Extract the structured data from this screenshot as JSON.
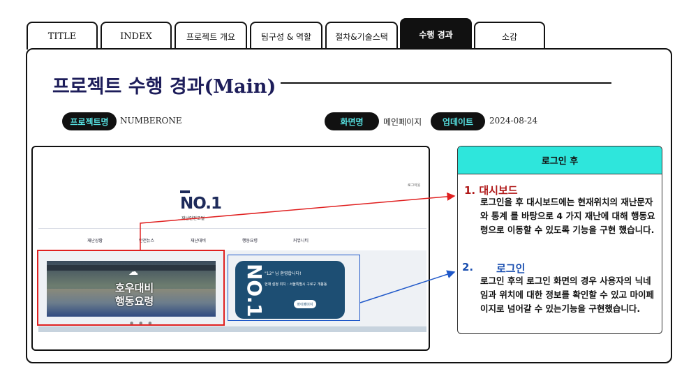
{
  "tabs": [
    {
      "label": "TITLE",
      "active": false
    },
    {
      "label": "INDEX",
      "active": false
    },
    {
      "label": "프로젝트 개요",
      "active": false
    },
    {
      "label": "팀구성 & 역할",
      "active": false
    },
    {
      "label": "절차&기술스택",
      "active": false
    },
    {
      "label": "수행 경과",
      "active": true
    },
    {
      "label": "소감",
      "active": false
    }
  ],
  "page_title": "프로젝트 수행 경과(Main)",
  "meta": {
    "project_label": "프로젝트명",
    "project_value": "NUMBERONE",
    "screen_label": "화면명",
    "screen_value": "메인페이지",
    "update_label": "업데이트",
    "update_value": "2024-08-24"
  },
  "screenshot": {
    "login_link": "로그아웃",
    "logo_text": "NO.1",
    "logo_sub": "재난안전포털",
    "nav": [
      "재난상황",
      "안전뉴스",
      "재난대비",
      "행동요령",
      "커뮤니티"
    ],
    "slide_text_line1": "호우대비",
    "slide_text_line2": "행동요령",
    "slide_dots": "● ● ●",
    "card_big": "NO.1",
    "card_welcome": "\"12\" 님 환영합니다!",
    "card_location": "현재 설정 위치 : 서울특별시 구로구 개봉동",
    "card_button": "마이페이지"
  },
  "panel": {
    "header": "로그인 후",
    "section1_title": "1. 대시보드",
    "section1_body": "로그인을 후 대시보드에는 현재위치의 재난문자와 통계 를 바탕으로 4 가지 재난에 대해 행동요령으로 이동할 수 있도록 기능을 구현 했습니다.",
    "section2_num": "2.",
    "section2_title": "로그인",
    "section2_body": "로그인 후의 로그인 화면의 경우 사용자의 닉네임과 위치에 대한 정보를 확인할 수 있고 마이페이지로 넘어갈 수 있는기능을 구현했습니다."
  },
  "colors": {
    "title": "#1d1d5a",
    "pill_text": "#56e0e0",
    "panel_header": "#2ee6dc",
    "red": "#e02020",
    "blue": "#1f58c9"
  }
}
